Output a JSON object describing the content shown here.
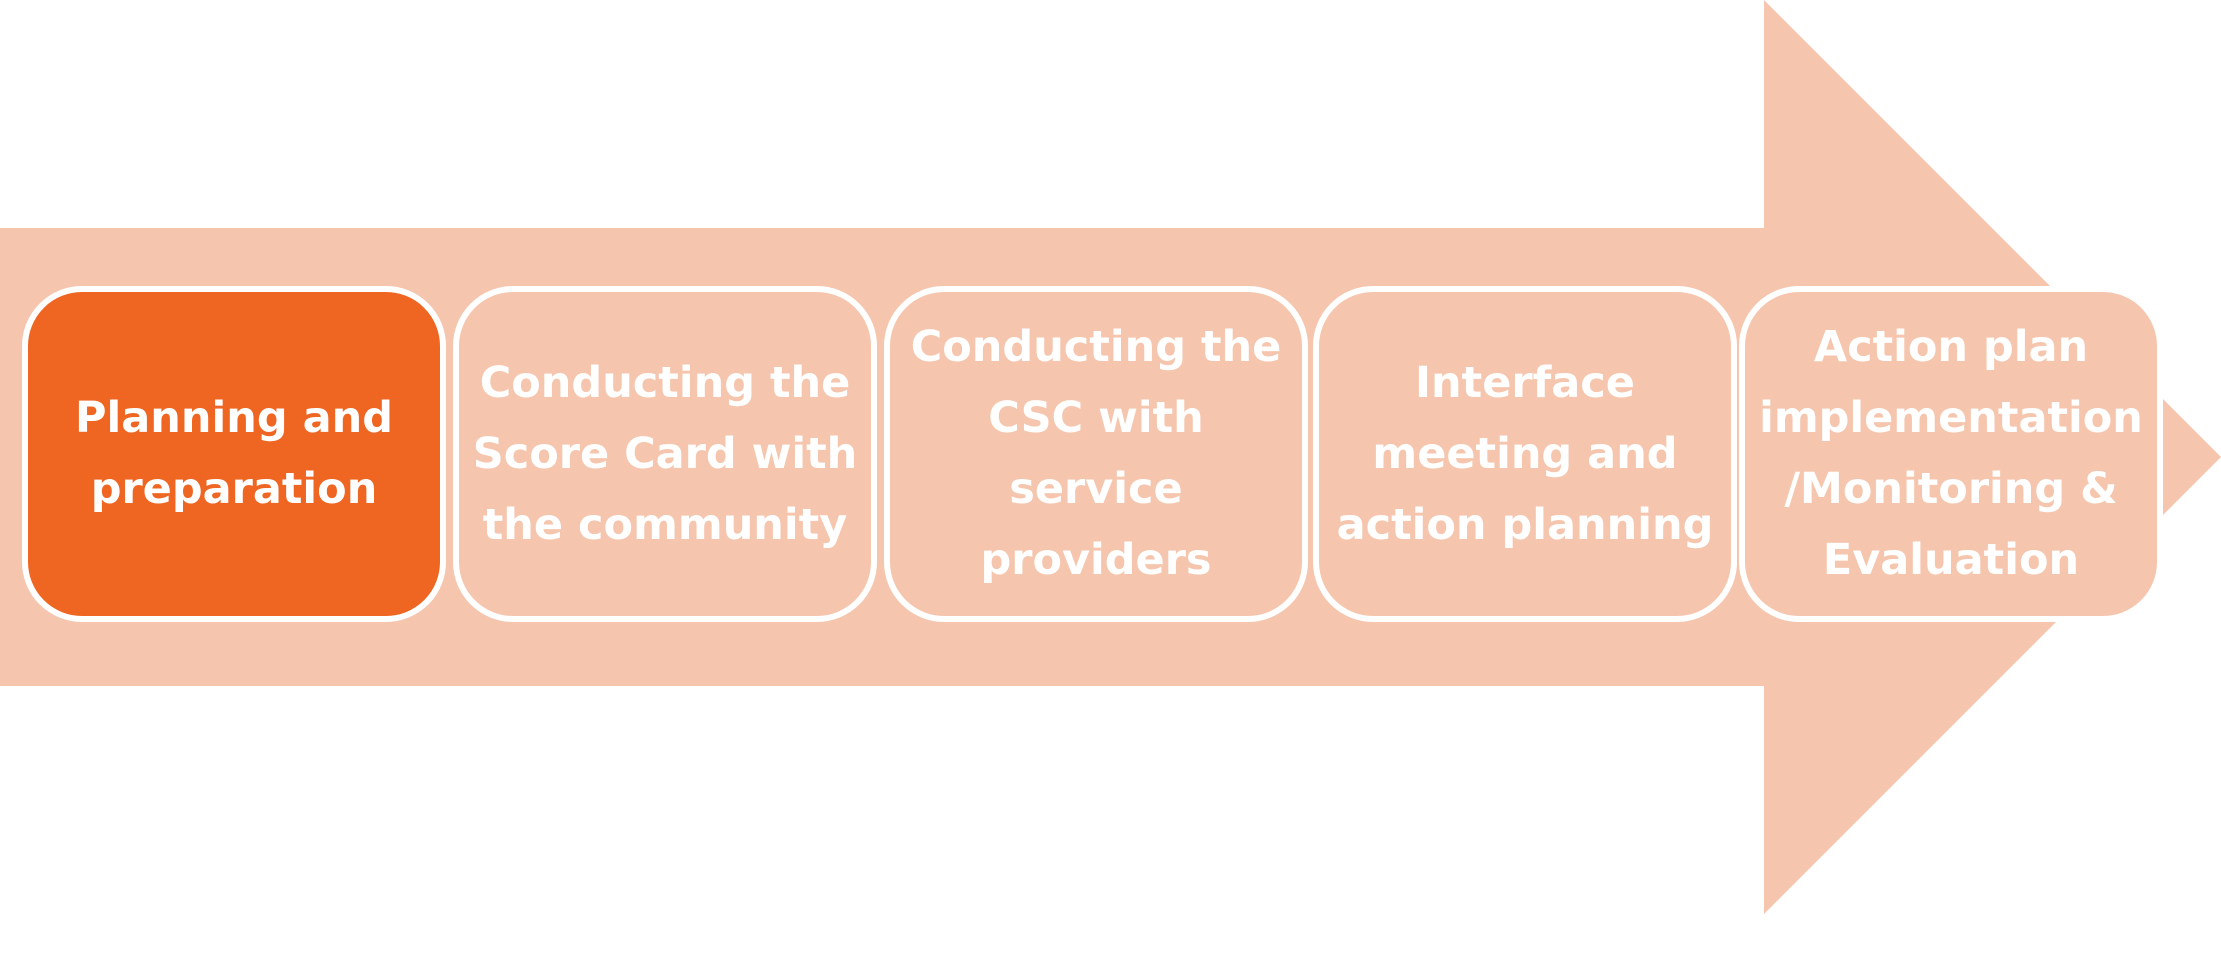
{
  "diagram": {
    "type": "process-arrow",
    "colors": {
      "arrow": "#f5c6ad",
      "active_step": "#ef6623",
      "inactive_step": "#f5c6ad",
      "step_border": "#ffffff",
      "text": "#ffffff"
    },
    "steps": [
      {
        "label": "Planning and preparation",
        "active": true
      },
      {
        "label": "Conducting the Score Card with the community",
        "active": false
      },
      {
        "label": "Conducting the CSC with service providers",
        "active": false
      },
      {
        "label": "Interface meeting and action planning",
        "active": false
      },
      {
        "label": "Action plan implementation /Monitoring & Evaluation",
        "active": false
      }
    ]
  }
}
